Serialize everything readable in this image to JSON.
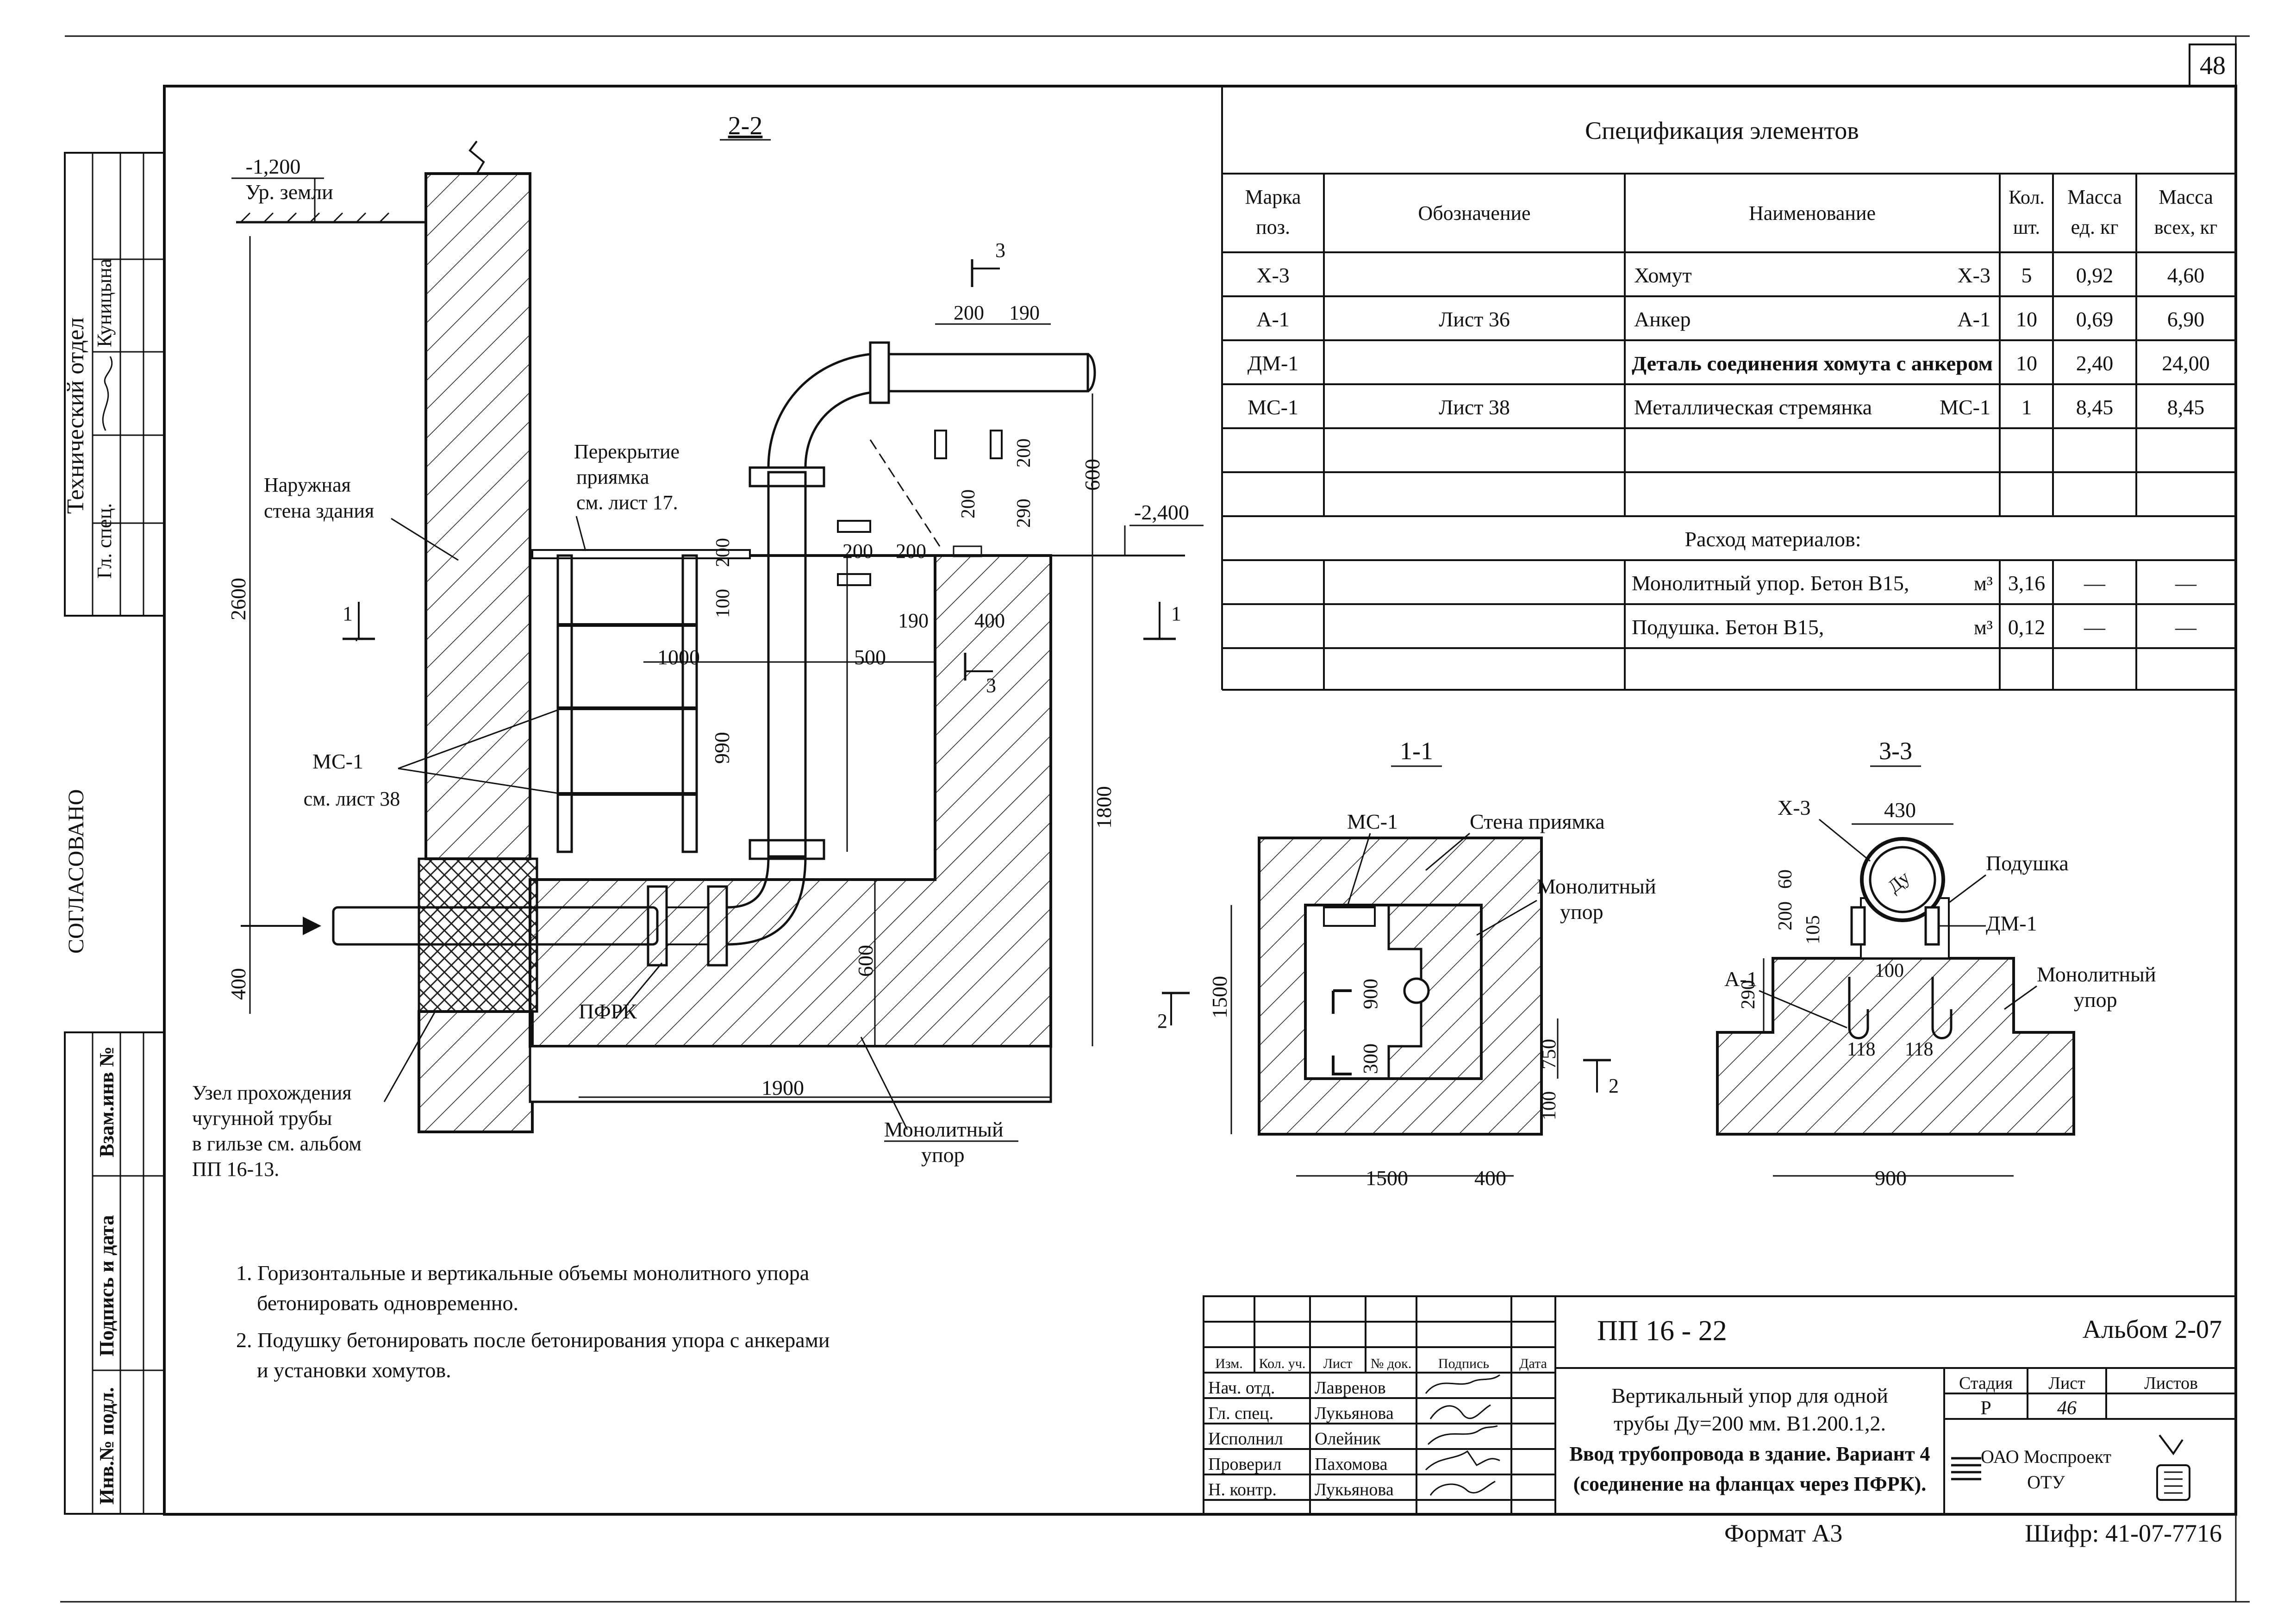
{
  "page_number": "48",
  "sidebar": {
    "department": "Технический отдел",
    "role1": "Гл. спец.",
    "name1": "Куницына",
    "approved": "СОГЛАСОВАНО",
    "col_inv_replace": "Взам.инв №",
    "col_sign_date": "Подпись и дата",
    "col_inv_orig": "Инв.№ подл."
  },
  "section_2_2": {
    "title": "2-2",
    "ground_level": "-1,200",
    "ground_label": "Ур. земли",
    "level_2400": "-2,400",
    "wall_label": [
      "Наружная",
      "стена здания"
    ],
    "cover_label": [
      "Перекрытие",
      "приямка",
      "см. лист 17."
    ],
    "ms1_label": [
      "МС-1",
      "см. лист 38"
    ],
    "pfrk": "ПФРК",
    "passage_label": [
      "Узел прохождения",
      "чугунной трубы",
      "в гильзе см. альбом",
      "ПП 16-13."
    ],
    "monolith_label": [
      "Монолитный",
      "упор"
    ],
    "cut_1": "1",
    "cut_3": "3",
    "dims": [
      "200",
      "190",
      "200",
      "200",
      "290",
      "600",
      "100",
      "200",
      "200",
      "200",
      "190",
      "400",
      "1000",
      "500",
      "990",
      "2600",
      "1800",
      "600",
      "400",
      "1900"
    ]
  },
  "spec_table": {
    "title": "Спецификация элементов",
    "headers": [
      "Марка поз.",
      "Обозначение",
      "Наименование",
      "Кол. шт.",
      "Масса ед. кг",
      "Масса всех, кг"
    ],
    "header_lines": [
      [
        "Марка",
        "поз."
      ],
      [
        "Обозначение"
      ],
      [
        "Наименование"
      ],
      [
        "Кол.",
        "шт."
      ],
      [
        "Масса",
        "ед. кг"
      ],
      [
        "Масса",
        "всех, кг"
      ]
    ],
    "rows": [
      {
        "mark": "Х-3",
        "designation": "",
        "name": "Хомут",
        "name_code": "Х-3",
        "qty": "5",
        "unit_mass": "0,92",
        "total_mass": "4,60"
      },
      {
        "mark": "А-1",
        "designation": "Лист 36",
        "name": "Анкер",
        "name_code": "А-1",
        "qty": "10",
        "unit_mass": "0,69",
        "total_mass": "6,90"
      },
      {
        "mark": "ДМ-1",
        "designation": "",
        "name": "Деталь соединения хомута с анкером",
        "name_code": "",
        "qty": "10",
        "unit_mass": "2,40",
        "total_mass": "24,00"
      },
      {
        "mark": "МС-1",
        "designation": "Лист 38",
        "name": "Металлическая стремянка",
        "name_code": "МС-1",
        "qty": "1",
        "unit_mass": "8,45",
        "total_mass": "8,45"
      }
    ],
    "materials_title": "Расход материалов:",
    "materials": [
      {
        "name": "Монолитный упор. Бетон В15,",
        "unit": "м³",
        "qty": "3,16",
        "unit_mass": "—",
        "total_mass": "—"
      },
      {
        "name": "Подушка. Бетон В15,",
        "unit": "м³",
        "qty": "0,12",
        "unit_mass": "—",
        "total_mass": "—"
      }
    ]
  },
  "section_1_1": {
    "title": "1-1",
    "ms1": "МС-1",
    "wall": "Стена приямка",
    "monolith": [
      "Монолитный",
      "упор"
    ],
    "cut": "2",
    "dims": [
      "1500",
      "900",
      "300",
      "750",
      "100",
      "1500",
      "400"
    ]
  },
  "section_3_3": {
    "title": "3-3",
    "x3": "Х-3",
    "du": "Ду",
    "pad": "Подушка",
    "dm1": "ДМ-1",
    "a1": "А-1",
    "monolith": [
      "Монолитный",
      "упор"
    ],
    "dims": [
      "430",
      "200",
      "60",
      "105",
      "290",
      "100",
      "118",
      "118",
      "900"
    ]
  },
  "notes": [
    "1. Горизонтальные и вертикальные объемы монолитного упора",
    "бетонировать одновременно.",
    "2. Подушку бетонировать после бетонирования упора с анкерами",
    "и установки хомутов."
  ],
  "title_block": {
    "code": "ПП   16 - 22",
    "album": "Альбом 2-07",
    "col_headers": [
      "Изм.",
      "Кол. уч.",
      "Лист",
      "№ док.",
      "Подпись",
      "Дата"
    ],
    "people": [
      {
        "role": "Нач. отд.",
        "name": "Лавренов"
      },
      {
        "role": "Гл. спец.",
        "name": "Лукьянова"
      },
      {
        "role": "Исполнил",
        "name": "Олейник"
      },
      {
        "role": "Проверил",
        "name": "Пахомова"
      },
      {
        "role": "Н. контр.",
        "name": "Лукьянова"
      }
    ],
    "description": [
      "Вертикальный упор для одной",
      "трубы Ду=200 мм. В1.200.1,2.",
      "Ввод трубопровода в здание. Вариант 4",
      "(соединение на фланцах через ПФРК)."
    ],
    "stage_label": "Стадия",
    "sheet_label": "Лист",
    "sheets_label": "Листов",
    "stage": "Р",
    "sheet": "46",
    "company": [
      "ОАО Моспроект",
      "ОТУ"
    ],
    "format": "Формат А3",
    "cipher": "Шифр: 41-07-7716"
  }
}
